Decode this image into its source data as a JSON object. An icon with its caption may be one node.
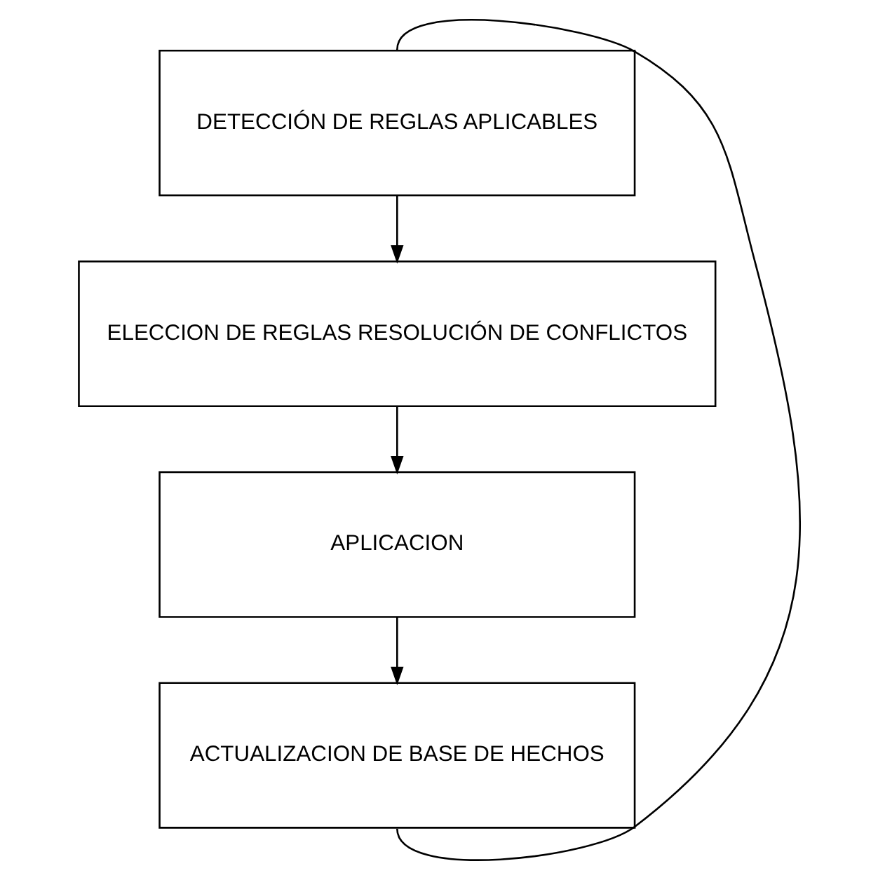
{
  "diagram": {
    "nodes": [
      {
        "text": [
          "DETECCIÓN DE REGLAS APLICABLES"
        ]
      },
      {
        "text": [
          "ELECCION DE REGLAS RESOLUCIÓN DE CONFLICTOS"
        ]
      },
      {
        "text": [
          "APLICACION"
        ]
      },
      {
        "text": [
          "ACTUALIZACION DE BASE DE HECHOS"
        ]
      }
    ],
    "edges": [
      {
        "from": 0,
        "to": 1,
        "arrow": "to"
      },
      {
        "from": 1,
        "to": 2,
        "arrow": "to"
      },
      {
        "from": 2,
        "to": 3,
        "arrow": "to"
      },
      {
        "from": 3,
        "to": 0,
        "arrow": "none"
      }
    ]
  }
}
